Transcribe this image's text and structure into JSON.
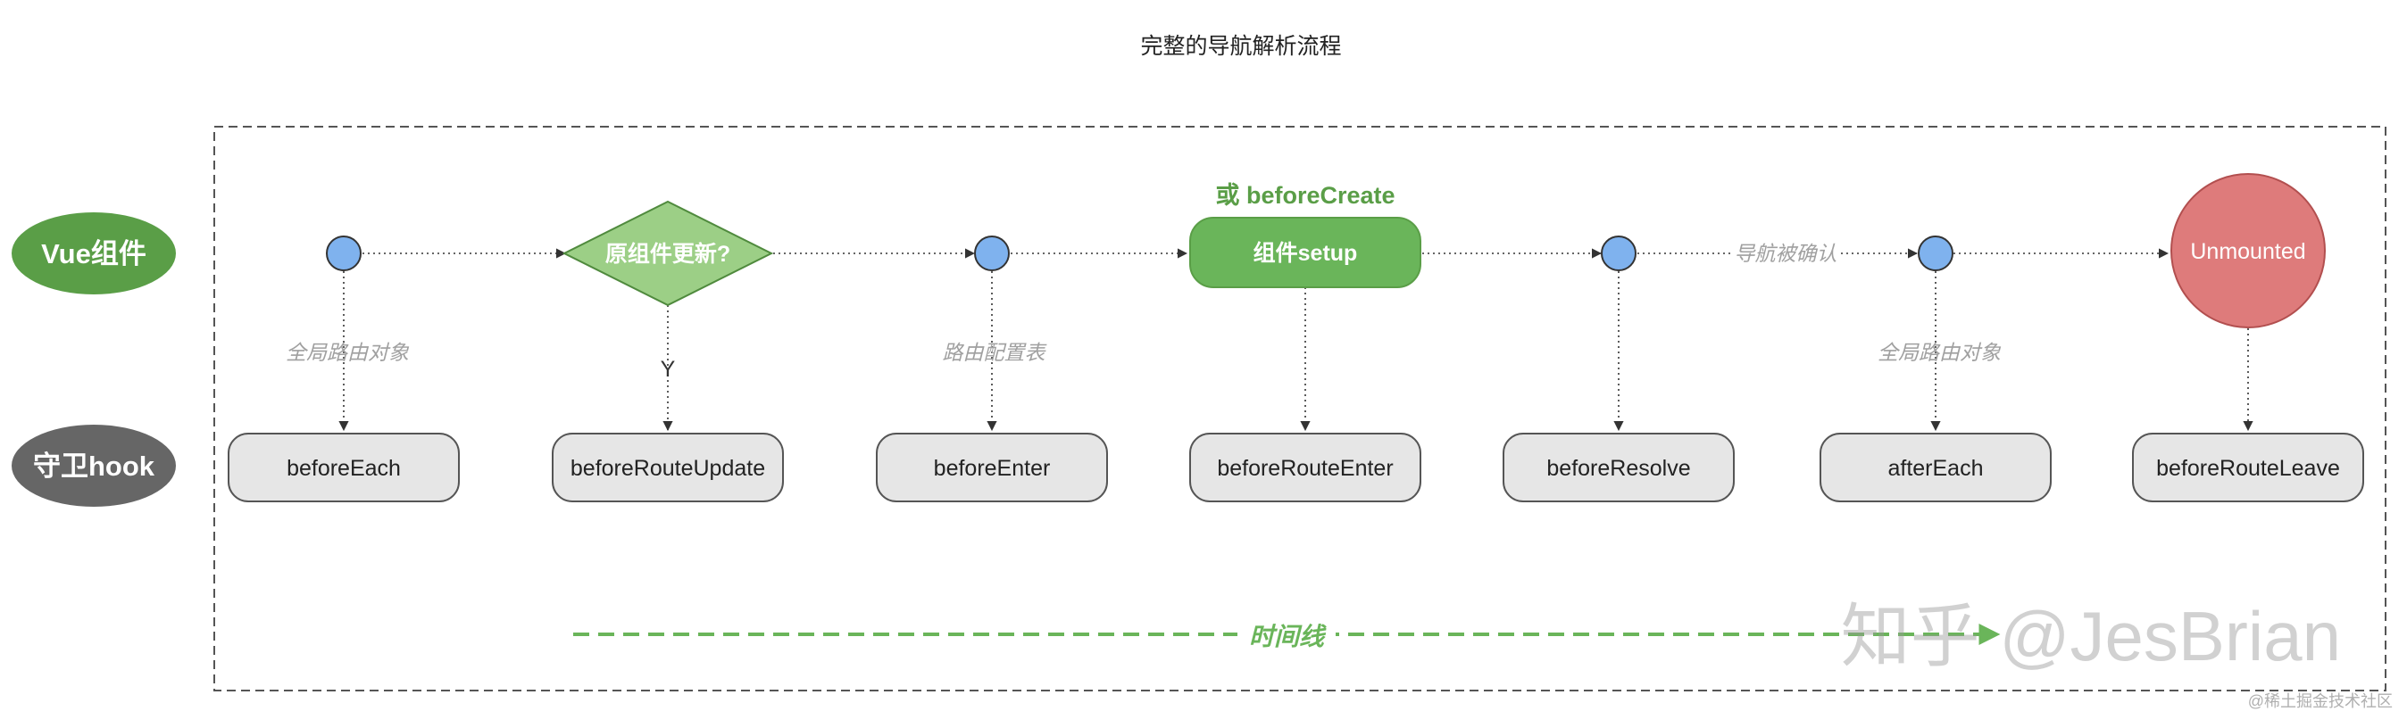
{
  "title": "完整的导航解析流程",
  "lanes": {
    "component": "Vue组件",
    "guard": "守卫hook"
  },
  "nodes": {
    "decision": "原组件更新?",
    "setup": "组件setup",
    "setup_alt": "或 beforeCreate",
    "unmounted": "Unmounted"
  },
  "hooks": [
    "beforeEach",
    "beforeRouteUpdate",
    "beforeEnter",
    "beforeRouteEnter",
    "beforeResolve",
    "afterEach",
    "beforeRouteLeave"
  ],
  "edge_labels": {
    "global_route_1": "全局路由对象",
    "yes": "Y",
    "route_config": "路由配置表",
    "confirmed": "导航被确认",
    "global_route_2": "全局路由对象"
  },
  "timeline": "时间线",
  "watermark": "知乎 @JesBrian",
  "credit": "@稀土掘金技术社区",
  "colors": {
    "green_dark": "#5a9e47",
    "green_light": "#9ccf86",
    "green_node": "#6ab55a",
    "blue_dot": "#7fb2ee",
    "red_node": "#de7b7b",
    "gray_lane": "#666666",
    "hook_fill": "#e6e6e6",
    "edge_label": "#a0a0a0"
  }
}
